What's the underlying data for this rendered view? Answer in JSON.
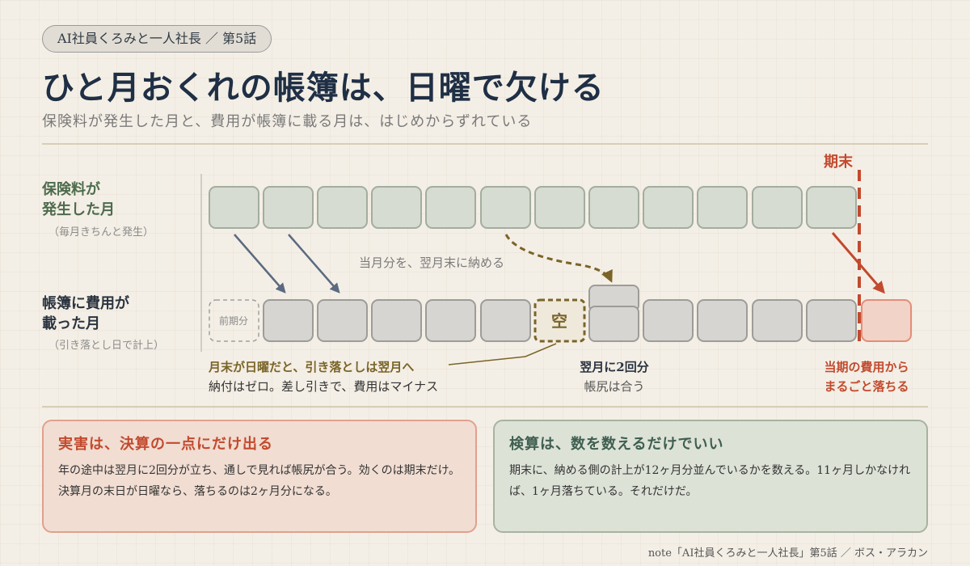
{
  "header": {
    "series_pill": "AI社員くろみと一人社長 ／ 第5話",
    "title": "ひと月おくれの帳簿は、日曜で欠ける",
    "subtitle": "保険料が発生した月と、費用が帳簿に載る月は、はじめからずれている"
  },
  "diagram": {
    "row1_label_line1": "保険料が",
    "row1_label_line2": "発生した月",
    "row1_sublabel": "（毎月きちんと発生）",
    "row2_label_line1": "帳簿に費用が",
    "row2_label_line2": "載った月",
    "row2_sublabel": "（引き落とし日で計上）",
    "period_end_label": "期末",
    "arrow_label": "当月分を、翌月末に納める",
    "prior_period_box": "前期分",
    "empty_box": "空",
    "sunday_note_line1": "月末が日曜だと、引き落としは翌月へ",
    "sunday_note_line2": "納付はゼロ。差し引きで、費用はマイナス",
    "double_note_line1": "翌月に2回分",
    "double_note_line2": "帳尻は合う",
    "fall_note_line1": "当期の費用から",
    "fall_note_line2": "まるごと落ちる"
  },
  "cards": {
    "damage_title": "実害は、決算の一点にだけ出る",
    "damage_body": "年の途中は翌月に2回分が立ち、通しで見れば帳尻が合う。効くのは期末だけ。決算月の末日が日曜なら、落ちるのは2ヶ月分になる。",
    "check_title": "検算は、数を数えるだけでいい",
    "check_body": "期末に、納める側の計上が12ヶ月分並んでいるかを数える。11ヶ月しかなければ、1ヶ月落ちている。それだけだ。"
  },
  "footer": "note「AI社員くろみと一人社長」第5話 ／ ボス・アラカン",
  "colors": {
    "green_box": "#d6dcd2",
    "gray_box": "#d7d5d2",
    "red_accent": "#c24a2e",
    "gold_accent": "#7a6428",
    "blue_arrow": "#5b6a80"
  }
}
